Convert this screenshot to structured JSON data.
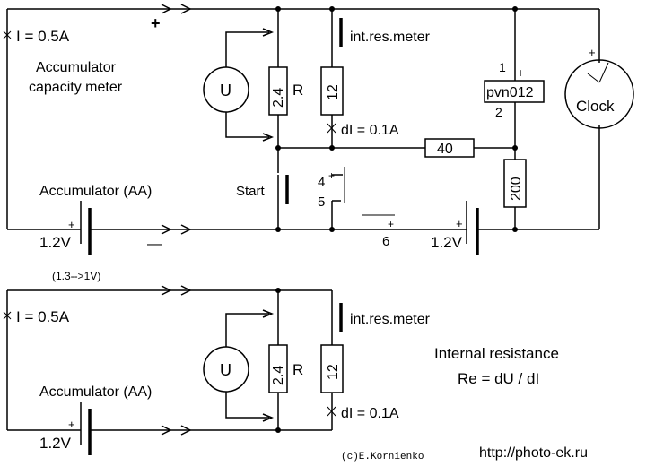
{
  "top": {
    "current": "I = 0.5A",
    "plus_sign": "+",
    "minus_sign": "—",
    "title_line1": "Accumulator",
    "title_line2": "capacity meter",
    "accumulator_label": "Accumulator  (AA)",
    "cell_voltage": "1.2V",
    "voltage_range": "(1.3-->1V)",
    "cell_plus": "+",
    "voltmeter": "U",
    "resistor_R_value": "2.4",
    "resistor_R_name": "R",
    "resistor_12_value": "12",
    "switch_label": "int.res.meter",
    "delta_current": "dI = 0.1A",
    "start_label": "Start",
    "resistor_40_value": "40",
    "relay_label": "pvn012",
    "relay_pin1": "1",
    "relay_pin2": "2",
    "relay_plus": "+",
    "clock_label": "Clock",
    "clock_plus": "+",
    "resistor_200_value": "200",
    "pin4": "4",
    "pin5": "5",
    "pin6": "6",
    "pin4_plus": "+",
    "pin6_plus": "+",
    "cell2_voltage": "1.2V",
    "cell2_plus": "+"
  },
  "bottom": {
    "current": "I = 0.5A",
    "accumulator_label": "Accumulator  (AA)",
    "cell_voltage": "1.2V",
    "cell_plus": "+",
    "voltmeter": "U",
    "resistor_R_value": "2.4",
    "resistor_R_name": "R",
    "resistor_12_value": "12",
    "switch_label": "int.res.meter",
    "delta_current": "dI = 0.1A",
    "formula_title": "Internal resistance",
    "formula": "Re = dU / dI"
  },
  "footer": {
    "copyright": "(c)E.Kornienko",
    "website": "http://photo-ek.ru"
  }
}
